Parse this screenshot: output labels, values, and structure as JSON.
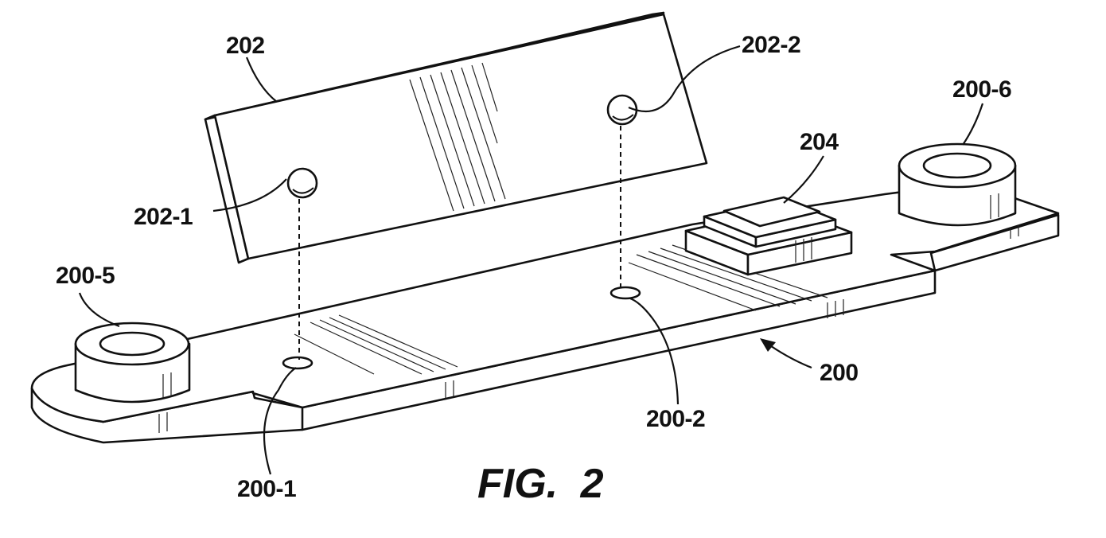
{
  "figure": {
    "caption_prefix": "FIG.",
    "caption_number": "2",
    "labels": {
      "plate": "202",
      "plate_bump_1": "202-1",
      "plate_bump_2": "202-2",
      "component": "204",
      "substrate": "200",
      "hole_1": "200-1",
      "hole_2": "200-2",
      "standoff_left": "200-5",
      "standoff_right": "200-6"
    }
  }
}
